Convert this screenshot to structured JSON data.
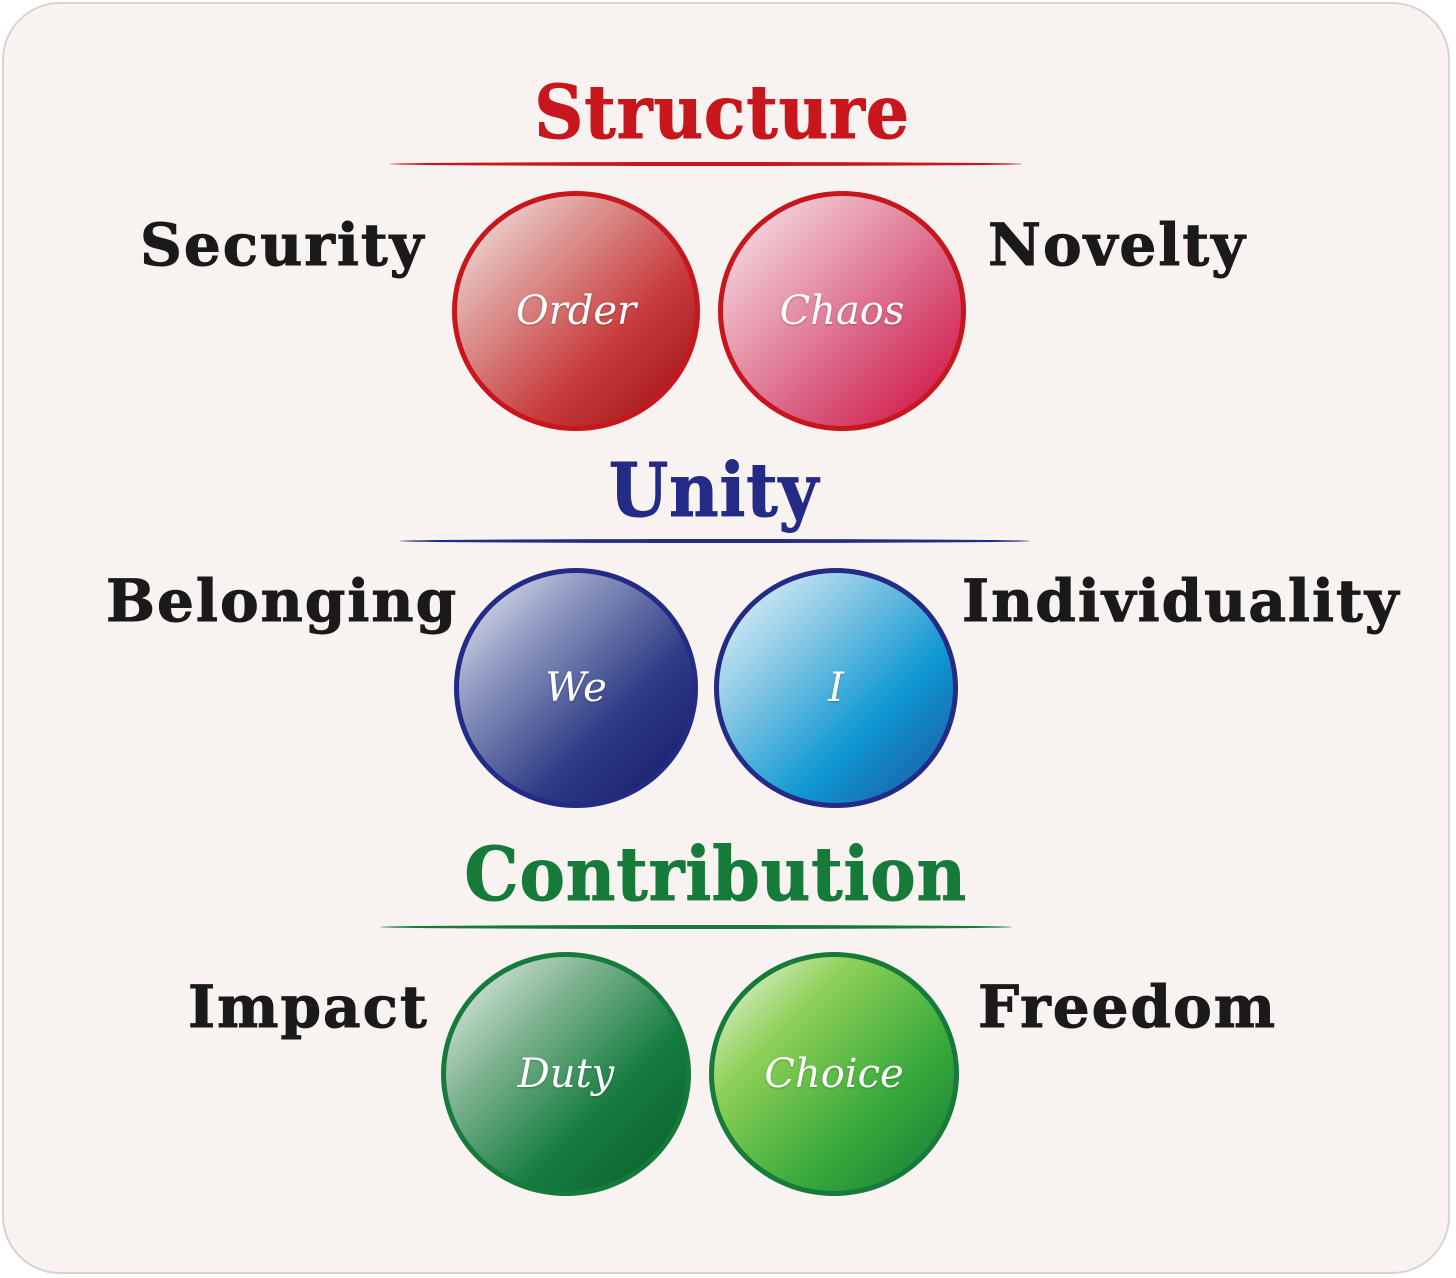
{
  "colors": {
    "structure": "#c8161d",
    "unity": "#232b86",
    "contribution": "#167a3a",
    "side_text": "#1a1a1a",
    "background": "#f8f2f1"
  },
  "structure": {
    "title": "Structure",
    "left_label": "Security",
    "right_label": "Novelty",
    "left_ball": "Order",
    "right_ball": "Chaos"
  },
  "unity": {
    "title": "Unity",
    "left_label": "Belonging",
    "right_label": "Individuality",
    "left_ball": "We",
    "right_ball": "I"
  },
  "contribution": {
    "title": "Contribution",
    "left_label": "Impact",
    "right_label": "Freedom",
    "left_ball": "Duty",
    "right_ball": "Choice"
  }
}
